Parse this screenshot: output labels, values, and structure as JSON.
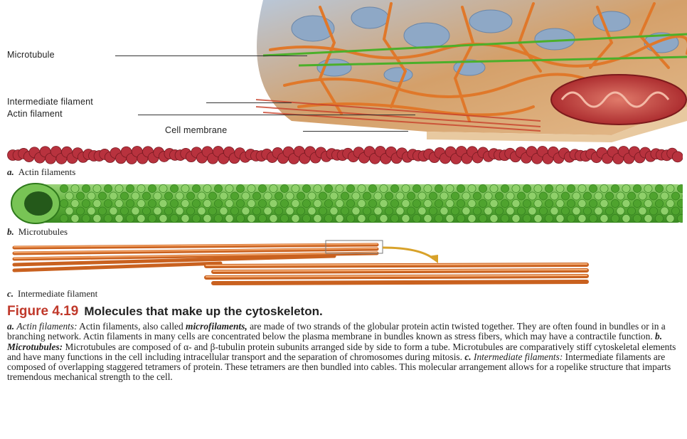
{
  "labels": {
    "microtubule": "Microtubule",
    "intermediate_filament": "Intermediate filament",
    "actin_filament": "Actin filament",
    "cell_membrane": "Cell membrane"
  },
  "panels": {
    "a": {
      "letter": "a.",
      "text": "Actin filaments"
    },
    "b": {
      "letter": "b.",
      "text": "Microtubules"
    },
    "c": {
      "letter": "c.",
      "text": "Intermediate filament"
    }
  },
  "figure": {
    "number": "Figure 4.19",
    "title": "Molecules that make up the cytoskeleton."
  },
  "caption": {
    "a_letter": "a.",
    "a_term": "Actin filaments:",
    "a_text1": " Actin filaments, also called ",
    "a_alt": "microfilaments,",
    "a_text2": " are made of two strands of the globular protein actin twisted together. They are often found in bundles or in a branching network. Actin filaments in many cells are concentrated below the plasma membrane in bundles known as stress fibers, which may have a contractile function. ",
    "b_letter": "b.",
    "b_term": "Microtubules:",
    "b_text": " Microtubules are composed of α- and β-tubulin protein subunits arranged side by side to form a tube. Microtubules are comparatively stiff cytoskeletal elements and have many functions in the cell including intracellular transport and the separation of chromosomes during mitosis. ",
    "c_letter": "c.",
    "c_term": "Intermediate filaments:",
    "c_text": " Intermediate filaments are composed of overlapping staggered tetramers of protein. These tetramers are then bundled into cables. This molecular arrangement allows for a ropelike structure that imparts tremendous mechanical strength to the cell."
  },
  "colors": {
    "figure_number": "#c0392b",
    "actin": "#b8323e",
    "microtubule": "#5fb03a",
    "intermediate": "#d9772e"
  }
}
